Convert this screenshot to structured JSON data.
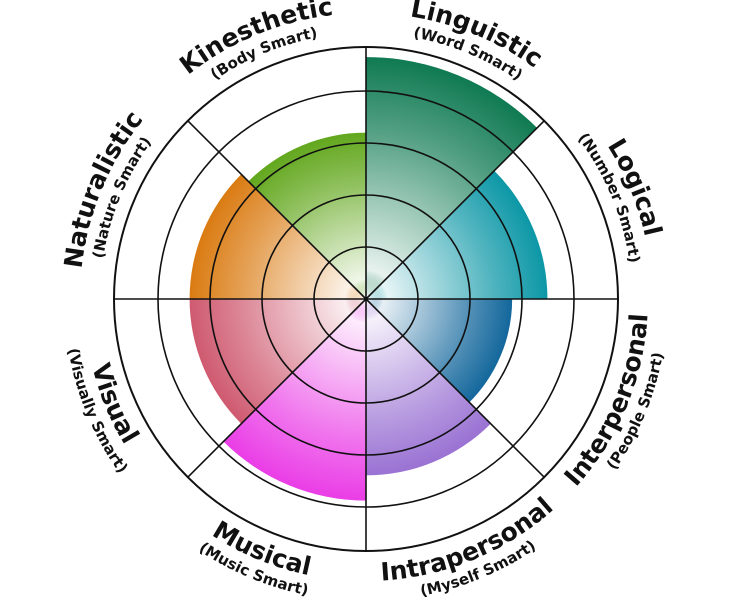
{
  "chart_data": {
    "type": "radial-bar",
    "max_value": 5,
    "rings": 5,
    "categories": [
      {
        "name": "Linguistic",
        "subtitle": "(Word Smart)",
        "value": 4.8,
        "color": "#0f7a52"
      },
      {
        "name": "Logical",
        "subtitle": "(Number Smart)",
        "value": 3.6,
        "color": "#0c97a6"
      },
      {
        "name": "Interpersonal",
        "subtitle": "(People Smart)",
        "value": 2.9,
        "color": "#13679c"
      },
      {
        "name": "Intrapersonal",
        "subtitle": "(Myself Smart)",
        "value": 3.5,
        "color": "#9a72d3"
      },
      {
        "name": "Musical",
        "subtitle": "(Music Smart)",
        "value": 4.0,
        "color": "#ea3de6"
      },
      {
        "name": "Visual",
        "subtitle": "(Visually Smart)",
        "value": 3.5,
        "color": "#cf5a70"
      },
      {
        "name": "Naturalistic",
        "subtitle": "(Nature Smart)",
        "value": 3.5,
        "color": "#da7b12"
      },
      {
        "name": "Kinesthetic",
        "subtitle": "(Body Smart)",
        "value": 3.3,
        "color": "#62a71d"
      }
    ]
  }
}
